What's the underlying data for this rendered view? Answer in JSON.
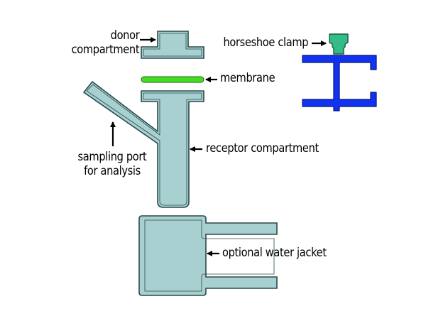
{
  "labels": {
    "donor_line1": "donor",
    "donor_line2": "compartment",
    "membrane": "membrane",
    "horseshoe_clamp": "horseshoe clamp",
    "sampling_line1": "sampling port",
    "sampling_line2": "for analysis",
    "receptor": "receptor compartment",
    "water_jacket": "optional water jacket"
  },
  "colors": {
    "glass_fill": "#a8d0d0",
    "glass_stroke": "#2a4a4a",
    "membrane": "#44dd22",
    "clamp_body": "#1133ee",
    "clamp_knob": "#33bb88",
    "arrow": "#000000"
  }
}
